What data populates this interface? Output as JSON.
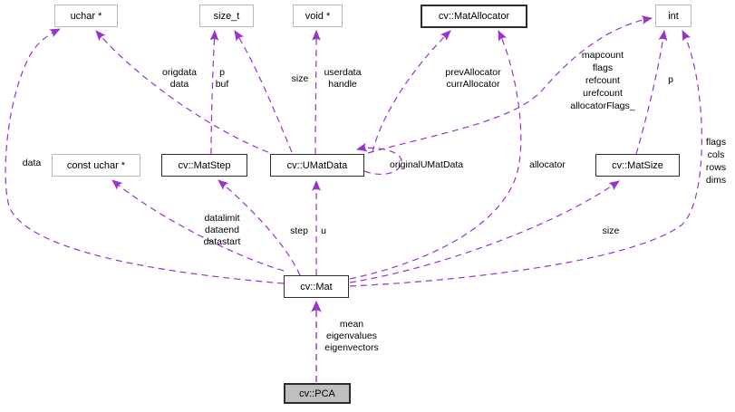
{
  "diagram": {
    "nodes": {
      "uchar_ptr": {
        "label": "uchar *"
      },
      "size_t": {
        "label": "size_t"
      },
      "void_ptr": {
        "label": "void *"
      },
      "mat_allocator": {
        "label": "cv::MatAllocator"
      },
      "int": {
        "label": "int"
      },
      "const_uchar_ptr": {
        "label": "const uchar *"
      },
      "mat_step": {
        "label": "cv::MatStep"
      },
      "umat_data": {
        "label": "cv::UMatData"
      },
      "mat_size": {
        "label": "cv::MatSize"
      },
      "mat": {
        "label": "cv::Mat"
      },
      "pca": {
        "label": "cv::PCA"
      }
    },
    "edge_labels": {
      "data": "data",
      "origdata": "origdata\ndata",
      "p_buf": "p\nbuf",
      "size_umatdata": "size",
      "userdata": "userdata\nhandle",
      "prev_allocator": "prevAllocator\ncurrAllocator",
      "mapcount": "mapcount\nflags\nrefcount\nurefcount\nallocatorFlags_",
      "p_matsize": "p",
      "flags_mat": "flags\ncols\nrows\ndims",
      "original_umatdata": "originalUMatData",
      "allocator": "allocator",
      "datalimit": "datalimit\ndataend\ndatastart",
      "step": "step",
      "u": "u",
      "size_mat": "size",
      "pca_members": "mean\neigenvalues\neigenvectors"
    },
    "colors": {
      "edge": "#9a32cd",
      "external_border": "#b9b9b9",
      "class_border": "#2d2d2d",
      "main_fill": "#bfbfbf",
      "background": "#ffffff",
      "text": "#000000"
    }
  }
}
